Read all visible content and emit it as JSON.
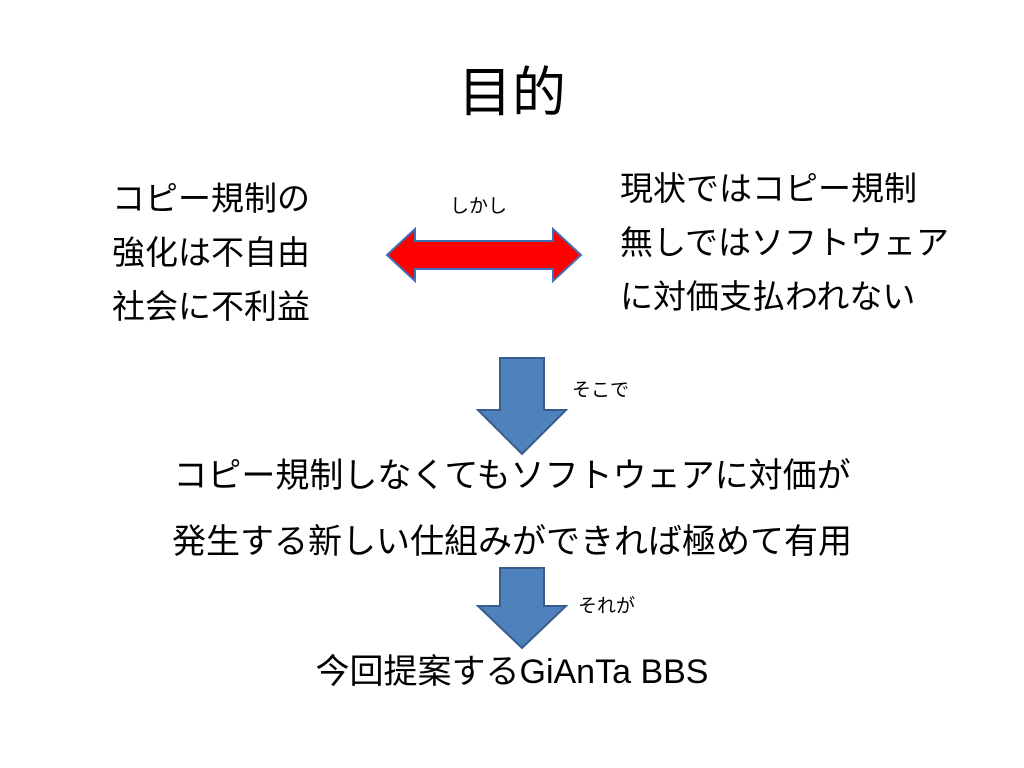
{
  "slide": {
    "title": "目的",
    "left_text": "コピー規制の\n強化は不自由\n社会に不利益",
    "right_text": "現状ではコピー規制\n無しではソフトウェア\nに対価支払われない",
    "label_however": "しかし",
    "label_there": "そこで",
    "label_that": "それが",
    "middle_line1": "コピー規制しなくてもソフトウェアに対価が",
    "middle_line2": "発生する新しい仕組みができれば極めて有用",
    "bottom_prefix": "今回提案する",
    "bottom_product": "GiAnTa BBS"
  },
  "colors": {
    "double_arrow_fill": "#ff0000",
    "double_arrow_stroke": "#3f6fb5",
    "down_arrow_fill": "#4f81bd",
    "down_arrow_stroke": "#385d8a"
  }
}
